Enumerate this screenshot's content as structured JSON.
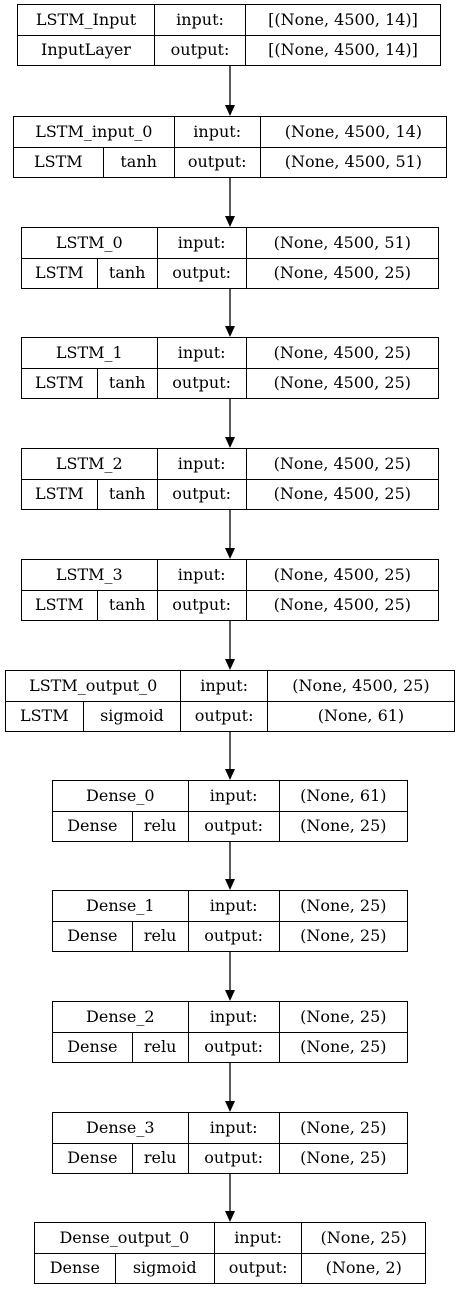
{
  "nodes": [
    {
      "name": "LSTM_Input",
      "class": "InputLayer",
      "activation": "",
      "input_label": "input:",
      "output_label": "output:",
      "input_shape": "[(None, 4500, 14)]",
      "output_shape": "[(None, 4500, 14)]"
    },
    {
      "name": "LSTM_input_0",
      "class": "LSTM",
      "activation": "tanh",
      "input_label": "input:",
      "output_label": "output:",
      "input_shape": "(None, 4500, 14)",
      "output_shape": "(None, 4500, 51)"
    },
    {
      "name": "LSTM_0",
      "class": "LSTM",
      "activation": "tanh",
      "input_label": "input:",
      "output_label": "output:",
      "input_shape": "(None, 4500, 51)",
      "output_shape": "(None, 4500, 25)"
    },
    {
      "name": "LSTM_1",
      "class": "LSTM",
      "activation": "tanh",
      "input_label": "input:",
      "output_label": "output:",
      "input_shape": "(None, 4500, 25)",
      "output_shape": "(None, 4500, 25)"
    },
    {
      "name": "LSTM_2",
      "class": "LSTM",
      "activation": "tanh",
      "input_label": "input:",
      "output_label": "output:",
      "input_shape": "(None, 4500, 25)",
      "output_shape": "(None, 4500, 25)"
    },
    {
      "name": "LSTM_3",
      "class": "LSTM",
      "activation": "tanh",
      "input_label": "input:",
      "output_label": "output:",
      "input_shape": "(None, 4500, 25)",
      "output_shape": "(None, 4500, 25)"
    },
    {
      "name": "LSTM_output_0",
      "class": "LSTM",
      "activation": "sigmoid",
      "input_label": "input:",
      "output_label": "output:",
      "input_shape": "(None, 4500, 25)",
      "output_shape": "(None, 61)"
    },
    {
      "name": "Dense_0",
      "class": "Dense",
      "activation": "relu",
      "input_label": "input:",
      "output_label": "output:",
      "input_shape": "(None, 61)",
      "output_shape": "(None, 25)"
    },
    {
      "name": "Dense_1",
      "class": "Dense",
      "activation": "relu",
      "input_label": "input:",
      "output_label": "output:",
      "input_shape": "(None, 25)",
      "output_shape": "(None, 25)"
    },
    {
      "name": "Dense_2",
      "class": "Dense",
      "activation": "relu",
      "input_label": "input:",
      "output_label": "output:",
      "input_shape": "(None, 25)",
      "output_shape": "(None, 25)"
    },
    {
      "name": "Dense_3",
      "class": "Dense",
      "activation": "relu",
      "input_label": "input:",
      "output_label": "output:",
      "input_shape": "(None, 25)",
      "output_shape": "(None, 25)"
    },
    {
      "name": "Dense_output_0",
      "class": "Dense",
      "activation": "sigmoid",
      "input_label": "input:",
      "output_label": "output:",
      "input_shape": "(None, 25)",
      "output_shape": "(None, 2)"
    }
  ]
}
